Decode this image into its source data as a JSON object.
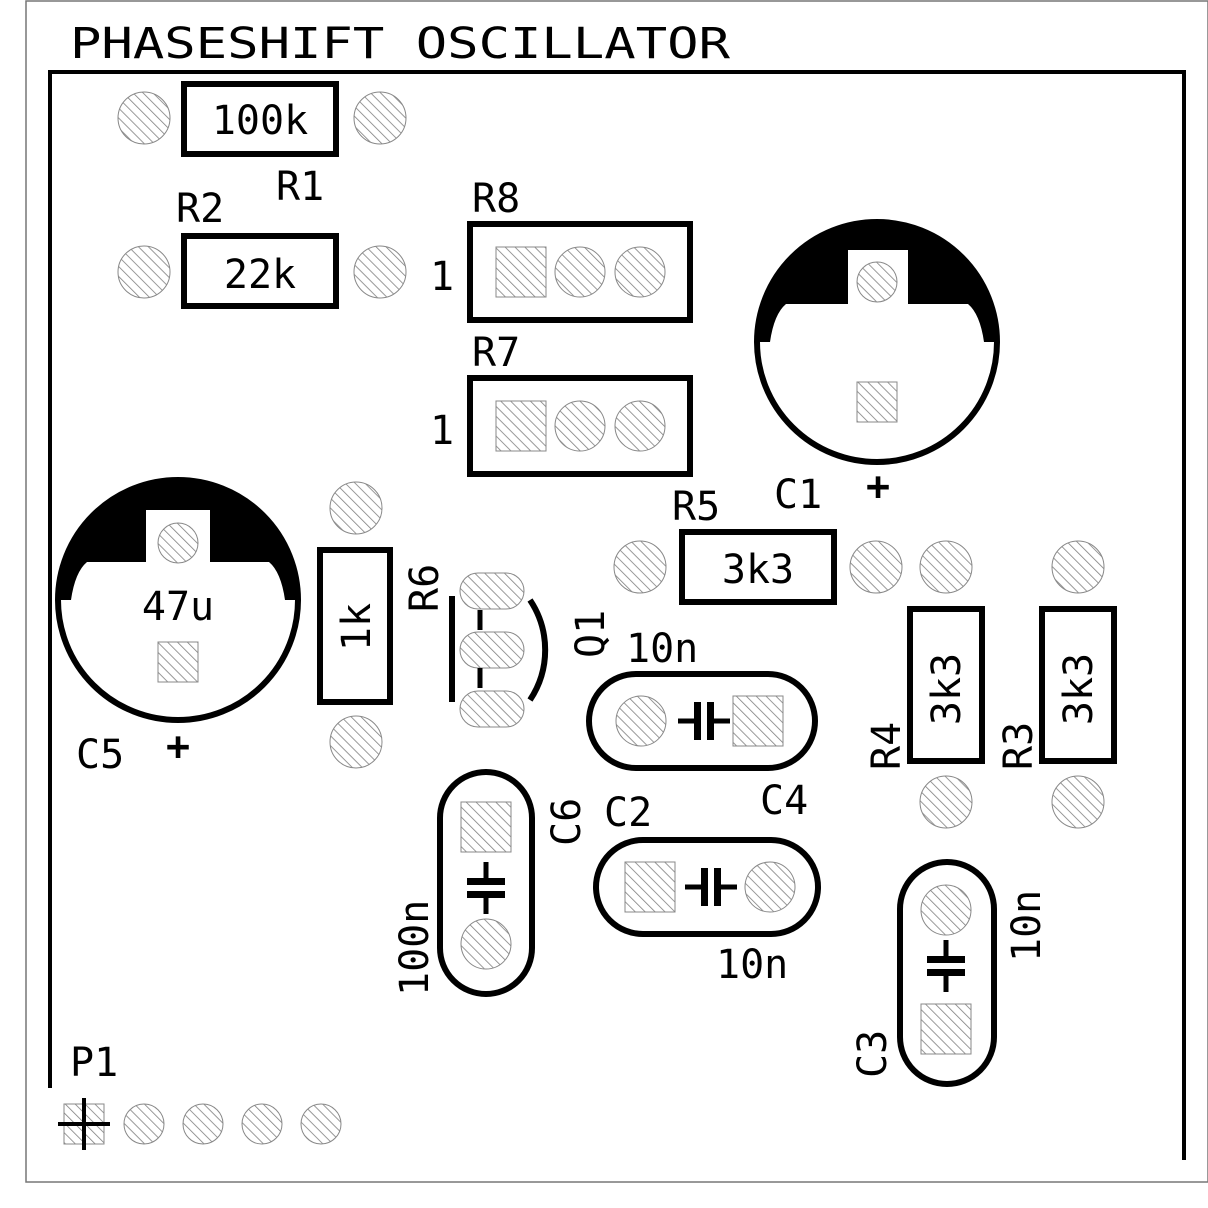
{
  "title": "PHASESHIFT OSCILLATOR",
  "colors": {
    "ink": "#000000",
    "paper": "#ffffff",
    "hatch": "#808080",
    "outline": "#777777"
  },
  "components": {
    "r1": {
      "ref": "R1",
      "value": "100k"
    },
    "r2": {
      "ref": "R2",
      "value": "22k"
    },
    "r3": {
      "ref": "R3",
      "value": "3k3"
    },
    "r4": {
      "ref": "R4",
      "value": "3k3"
    },
    "r5": {
      "ref": "R5",
      "value": "3k3"
    },
    "r6": {
      "ref": "R6",
      "value": "1k"
    },
    "r7": {
      "ref": "R7",
      "pin1": "1"
    },
    "r8": {
      "ref": "R8",
      "pin1": "1"
    },
    "c1": {
      "ref": "C1",
      "polarity": "+"
    },
    "c2": {
      "ref": "C2",
      "value": "10n"
    },
    "c3": {
      "ref": "C3",
      "value": "10n"
    },
    "c4": {
      "ref": "C4",
      "value": "10n"
    },
    "c5": {
      "ref": "C5",
      "value": "47u",
      "polarity": "+"
    },
    "c6": {
      "ref": "C6",
      "value": "100n"
    },
    "q1": {
      "ref": "Q1"
    },
    "p1": {
      "ref": "P1"
    }
  }
}
